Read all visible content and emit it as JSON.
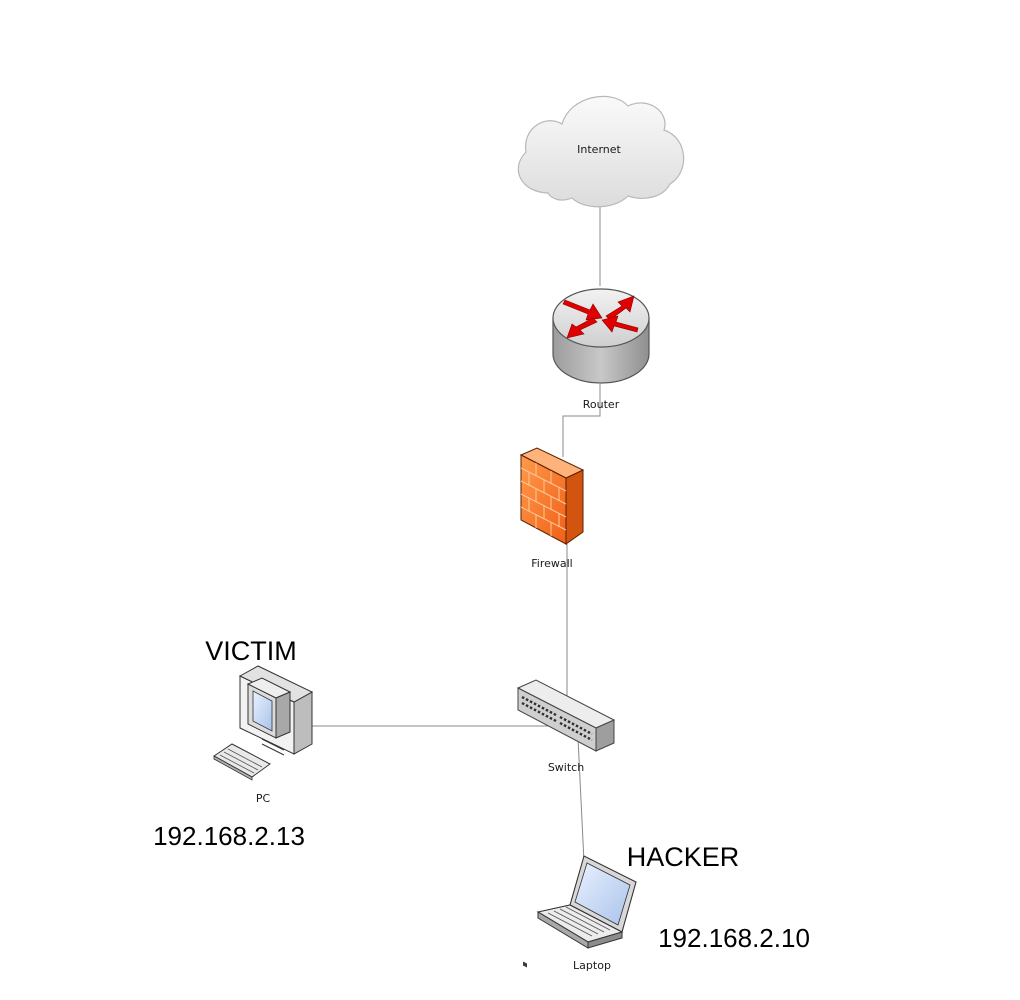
{
  "nodes": {
    "internet": {
      "label": "Internet"
    },
    "router": {
      "label": "Router"
    },
    "firewall": {
      "label": "Firewall"
    },
    "switch": {
      "label": "Switch"
    },
    "pc": {
      "label": "PC",
      "role": "VICTIM",
      "ip": "192.168.2.13"
    },
    "laptop": {
      "label": "Laptop",
      "role": "HACKER",
      "ip": "192.168.2.10"
    }
  },
  "links": [
    {
      "from": "internet",
      "to": "router"
    },
    {
      "from": "router",
      "to": "firewall"
    },
    {
      "from": "firewall",
      "to": "switch"
    },
    {
      "from": "pc",
      "to": "switch"
    },
    {
      "from": "switch",
      "to": "laptop"
    }
  ],
  "colors": {
    "link": "#8a8a8a",
    "cloud": "#eeeeee",
    "router_body": "#b5b5b5",
    "router_arrows": "#e00000",
    "firewall": "#f26d1f",
    "switch": "#d9d9d9"
  },
  "icons": {
    "internet": "cloud-icon",
    "router": "router-icon",
    "firewall": "firewall-icon",
    "switch": "switch-icon",
    "pc": "desktop-pc-icon",
    "laptop": "laptop-icon"
  }
}
